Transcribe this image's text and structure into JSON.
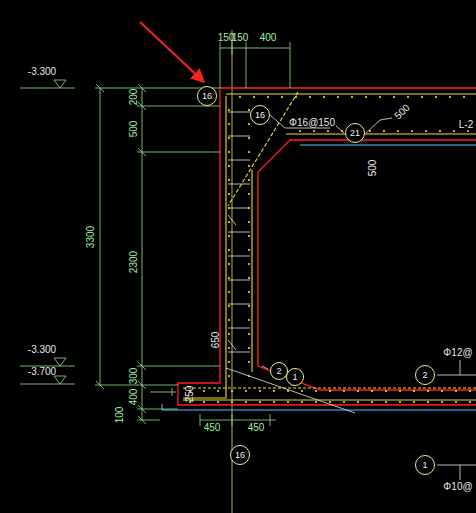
{
  "diagram": {
    "nodes": [
      {
        "text": [
          "16"
        ]
      },
      {
        "text": [
          "16"
        ]
      },
      {
        "text": [
          "21"
        ]
      },
      {
        "text": [
          "2"
        ]
      },
      {
        "text": [
          "1"
        ]
      },
      {
        "text": [
          "2"
        ]
      },
      {
        "text": [
          "16"
        ]
      },
      {
        "text": [
          "1"
        ]
      }
    ],
    "labels": [
      "-3.300",
      "150",
      "150",
      "400",
      "200",
      "Φ16@150",
      "L-2",
      "500",
      "500",
      "500",
      "3300",
      "2300",
      "650",
      "-3.300",
      "Φ12@",
      "300",
      "-3.700",
      "400",
      "250",
      "450",
      "450",
      "100",
      "Φ10@"
    ]
  }
}
